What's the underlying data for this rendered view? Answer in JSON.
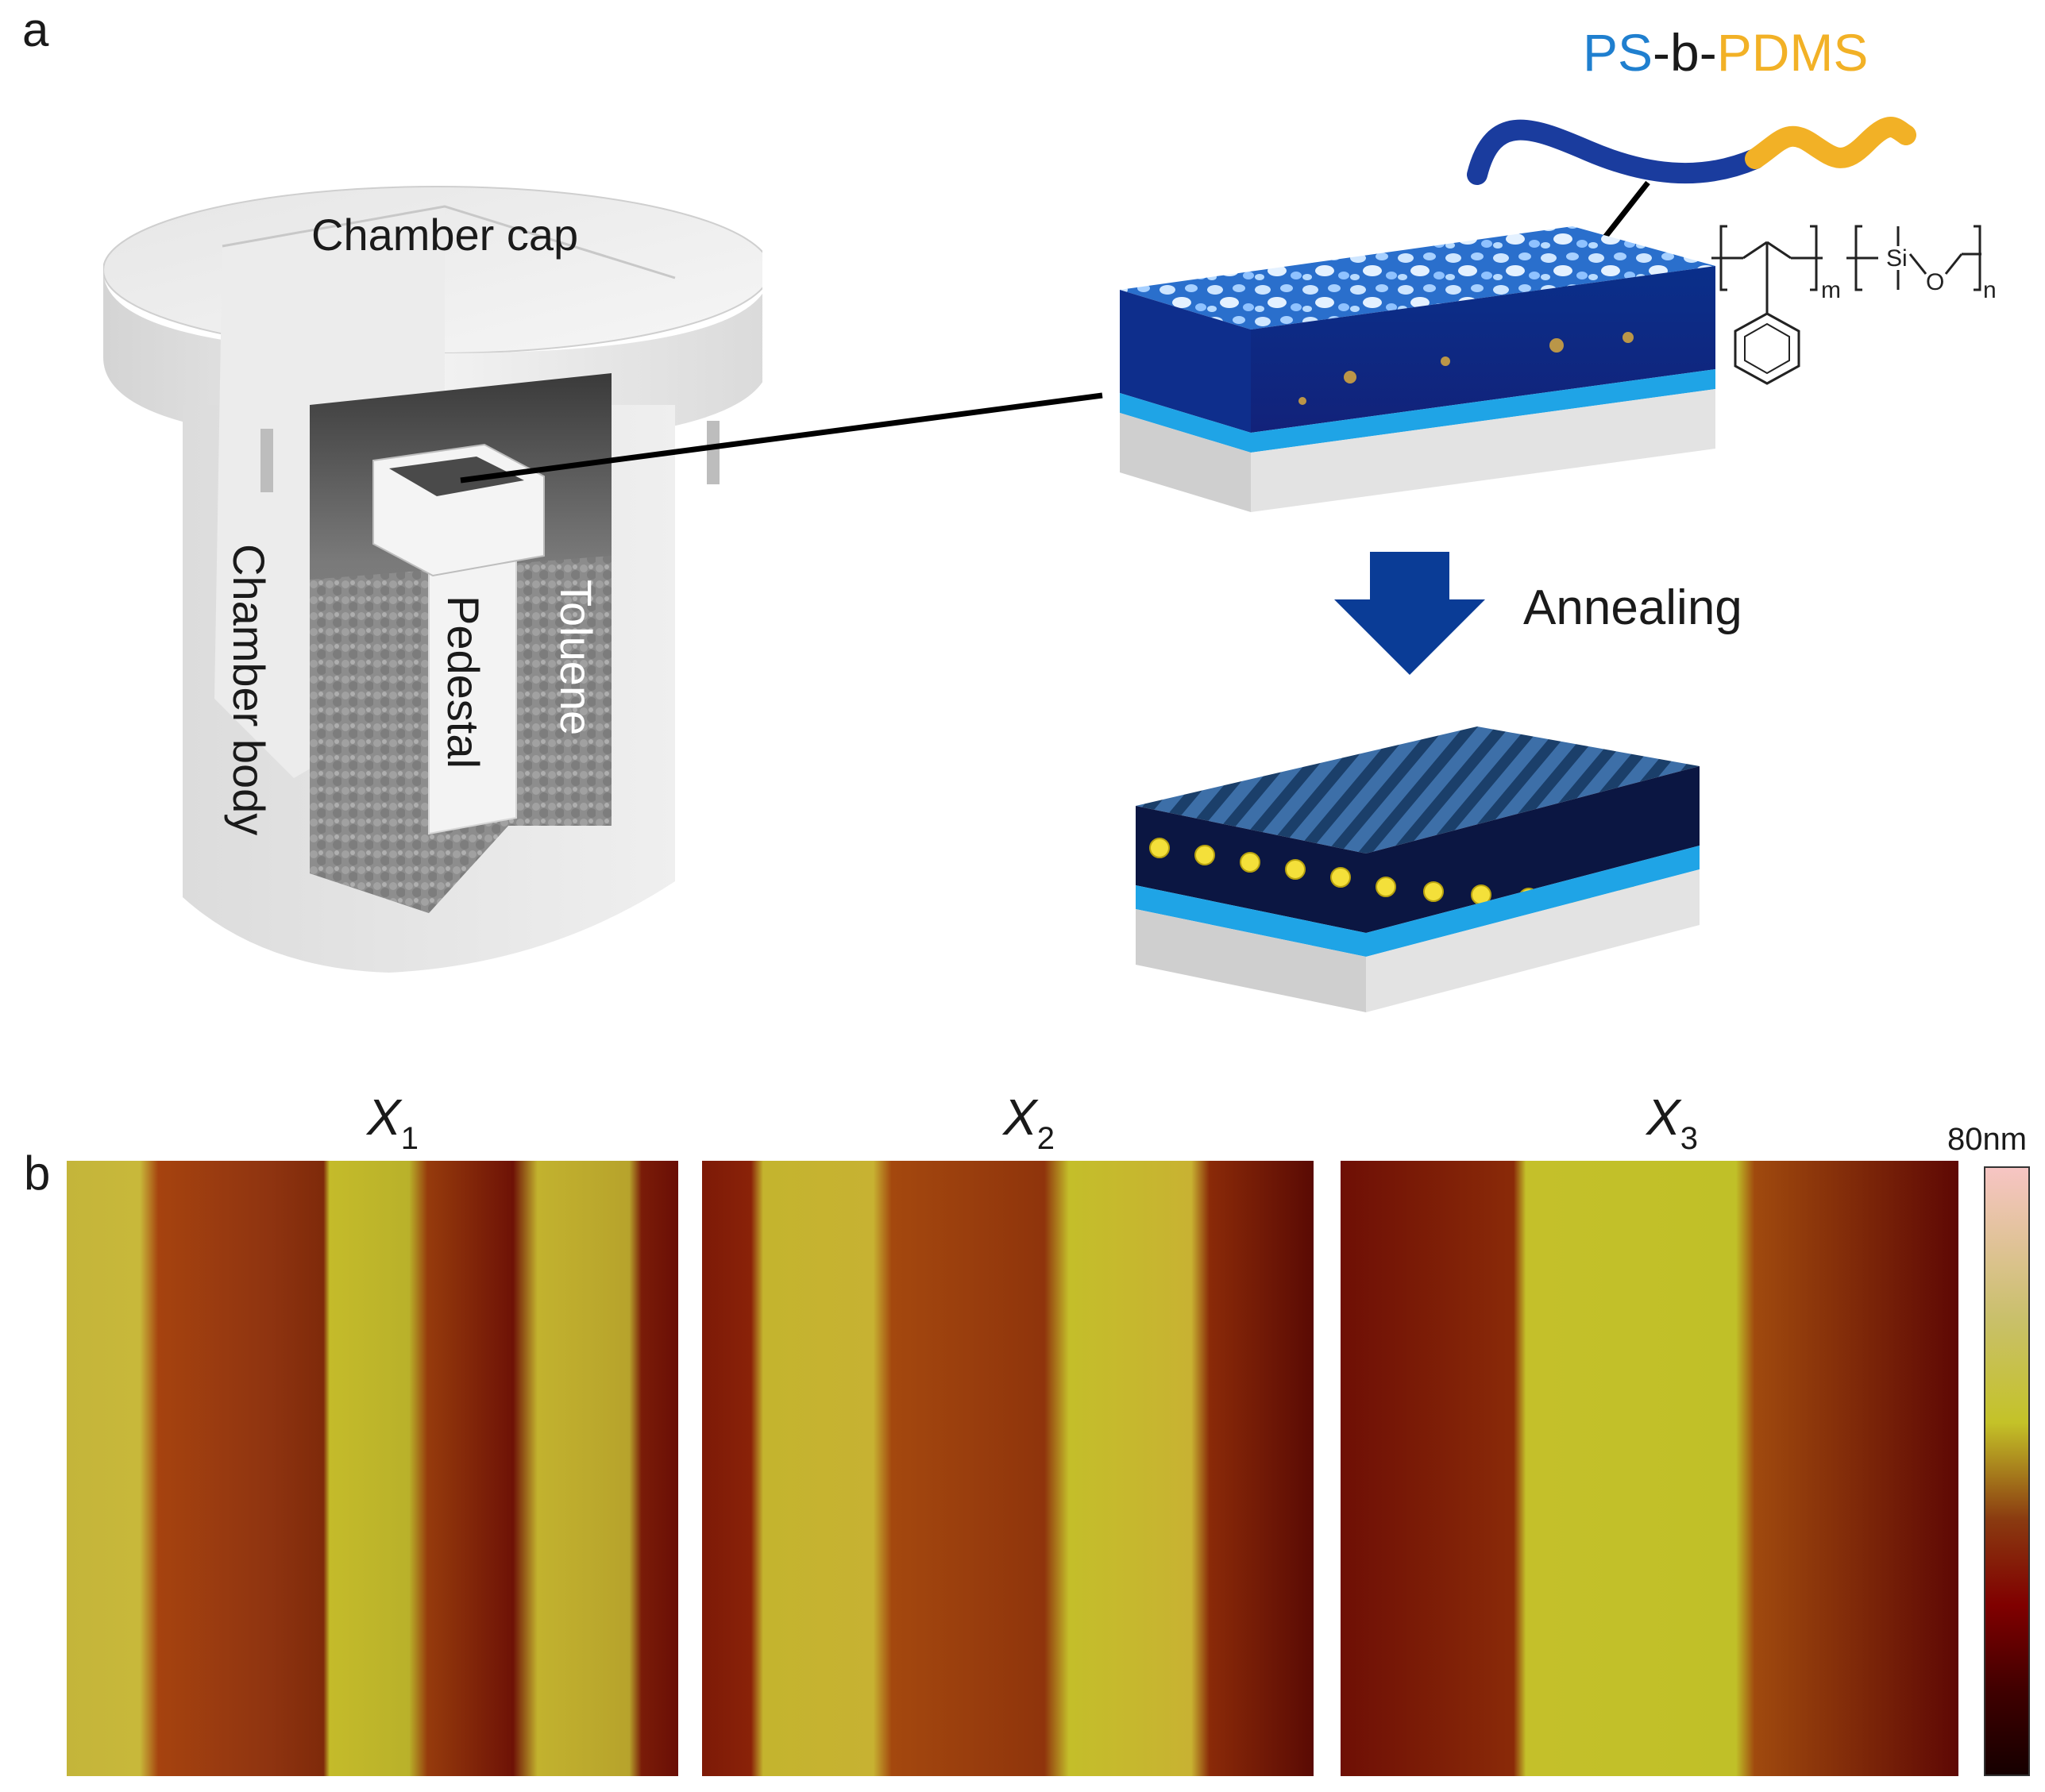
{
  "panel_a": {
    "letter": "a",
    "chamber": {
      "cap_label": "Chamber cap",
      "body_label": "Chamber body",
      "pedestal_label": "Pedestal",
      "solvent_label": "Toluene"
    },
    "polymer": {
      "block1": "PS",
      "separator1": "-",
      "middle": "b",
      "separator2": "-",
      "block2": "PDMS",
      "block1_color": "#1f7fcf",
      "block2_color": "#f2b126",
      "formula": {
        "subscript_m": "m",
        "subscript_n": "n",
        "si_label": "Si",
        "o_label": "O"
      }
    },
    "process_label": "Annealing",
    "arrow_color": "#0a3c96"
  },
  "panel_b": {
    "letter": "b",
    "maps": [
      {
        "title_main": "X",
        "title_sub": "1"
      },
      {
        "title_main": "X",
        "title_sub": "2"
      },
      {
        "title_main": "X",
        "title_sub": "3"
      }
    ],
    "colorbar": {
      "max_label": "80nm",
      "colors": [
        "#f7c5c4",
        "#c9c06a",
        "#c4c228",
        "#8a3a10",
        "#800000",
        "#400000",
        "#150000"
      ]
    }
  }
}
